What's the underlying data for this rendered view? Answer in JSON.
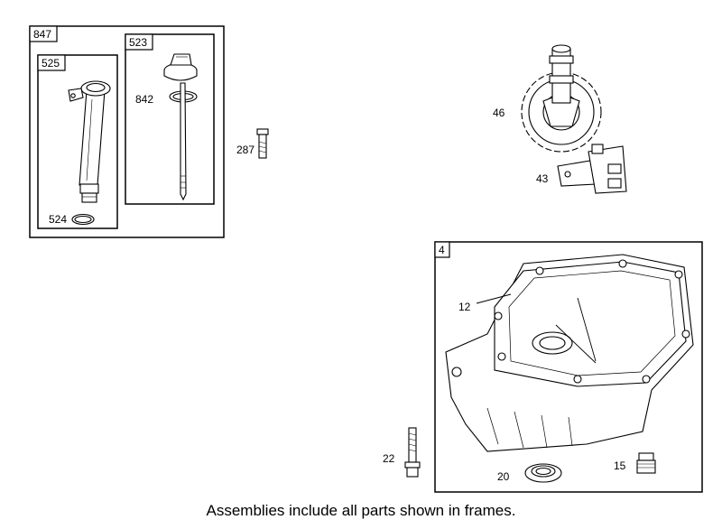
{
  "frames": {
    "f847": "847",
    "f525": "525",
    "f523": "523",
    "f4": "4"
  },
  "parts": {
    "p524": "524",
    "p842": "842",
    "p287": "287",
    "p46": "46",
    "p43": "43",
    "p12": "12",
    "p22": "22",
    "p20": "20",
    "p15": "15"
  },
  "caption": "Assemblies include all parts shown in frames."
}
